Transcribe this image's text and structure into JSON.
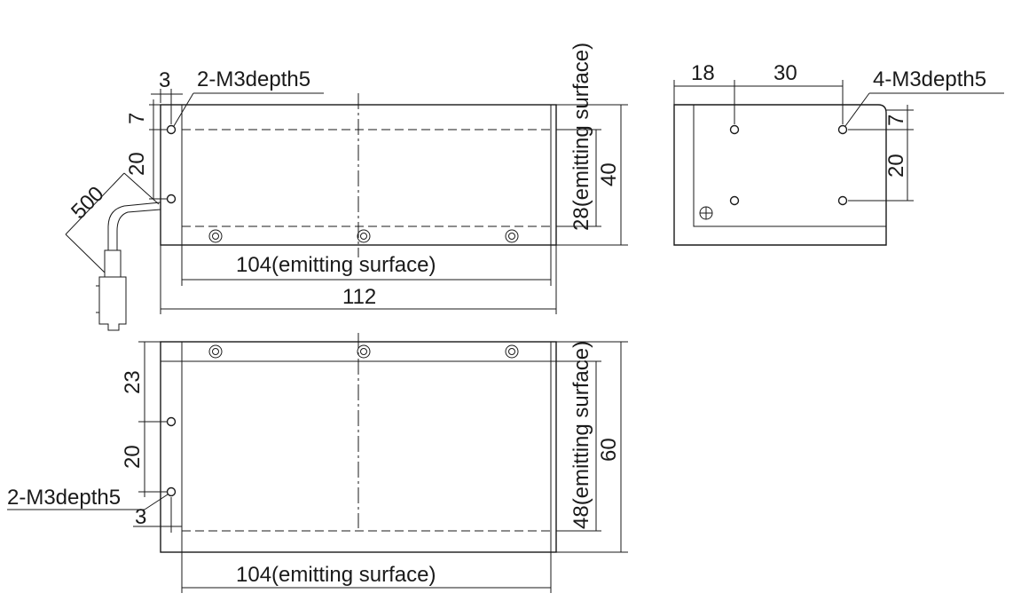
{
  "drawing": {
    "front_view": {
      "label_3": "3",
      "label_7": "7",
      "label_20": "20",
      "label_500": "500",
      "label_holes": "2-M3depth5",
      "label_28_emit": "28(emitting surface)",
      "label_40": "40",
      "label_104_emit": "104(emitting surface)",
      "label_112": "112"
    },
    "side_view": {
      "label_18": "18",
      "label_30": "30",
      "label_holes": "4-M3depth5",
      "label_7": "7",
      "label_20": "20"
    },
    "top_view": {
      "label_23": "23",
      "label_20": "20",
      "label_holes": "2-M3depth5",
      "label_3": "3",
      "label_48_emit": "48(emitting surface)",
      "label_60": "60",
      "label_104_emit": "104(emitting surface)"
    }
  }
}
